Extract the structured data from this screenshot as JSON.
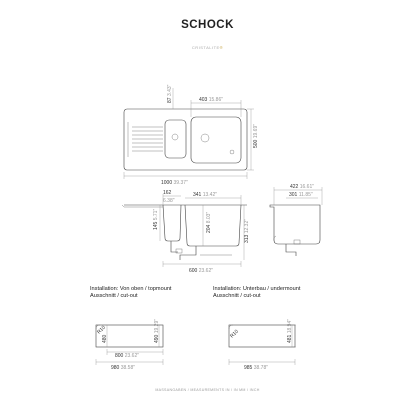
{
  "header": {
    "brand": "SCHOCK",
    "series_prefix": "CRISTALITE",
    "series_suffix": "®"
  },
  "top_view": {
    "dim_bowl_width": {
      "mm": "403",
      "in": "15.86\""
    },
    "dim_depth": {
      "mm": "500",
      "in": "19.69\""
    },
    "dim_offset": {
      "mm": "87",
      "in": "3.43\""
    },
    "dim_total_width": {
      "mm": "1000",
      "in": "39.37\""
    }
  },
  "section_view": {
    "dim_162": {
      "mm": "162",
      "in": "6.38\""
    },
    "dim_341": {
      "mm": "341",
      "in": "13.42\""
    },
    "dim_145": {
      "mm": "145",
      "in": "5.71\""
    },
    "dim_204": {
      "mm": "204",
      "in": "8.03\""
    },
    "dim_313": {
      "mm": "313",
      "in": "12.32\""
    },
    "dim_600": {
      "mm": "600",
      "in": "23.62\""
    }
  },
  "side_view": {
    "dim_422": {
      "mm": "422",
      "in": "16.61\""
    },
    "dim_301": {
      "mm": "301",
      "in": "11.85\""
    }
  },
  "installation_top": {
    "line1": "Installation: Von oben / topmount",
    "line2": "Ausschnitt / cut-out",
    "dim_inner_h": {
      "mm": "480",
      "in": "18.90\""
    },
    "dim_outer_h": {
      "mm": "490",
      "in": "19.29\""
    },
    "dim_r": "R10",
    "dim_inner_w": {
      "mm": "800",
      "in": "23.62\""
    },
    "dim_outer_w": {
      "mm": "980",
      "in": "38.58\""
    }
  },
  "installation_under": {
    "line1": "Installation: Unterbau / undermount",
    "line2": "Ausschnitt / cut-out",
    "dim_r": "R10",
    "dim_h": {
      "mm": "481",
      "in": "18.94\""
    },
    "dim_w": {
      "mm": "985",
      "in": "38.78\""
    }
  },
  "footer": {
    "text": "MASSANGABEN / MEASUREMENTS IN / IN MM / INCH"
  }
}
